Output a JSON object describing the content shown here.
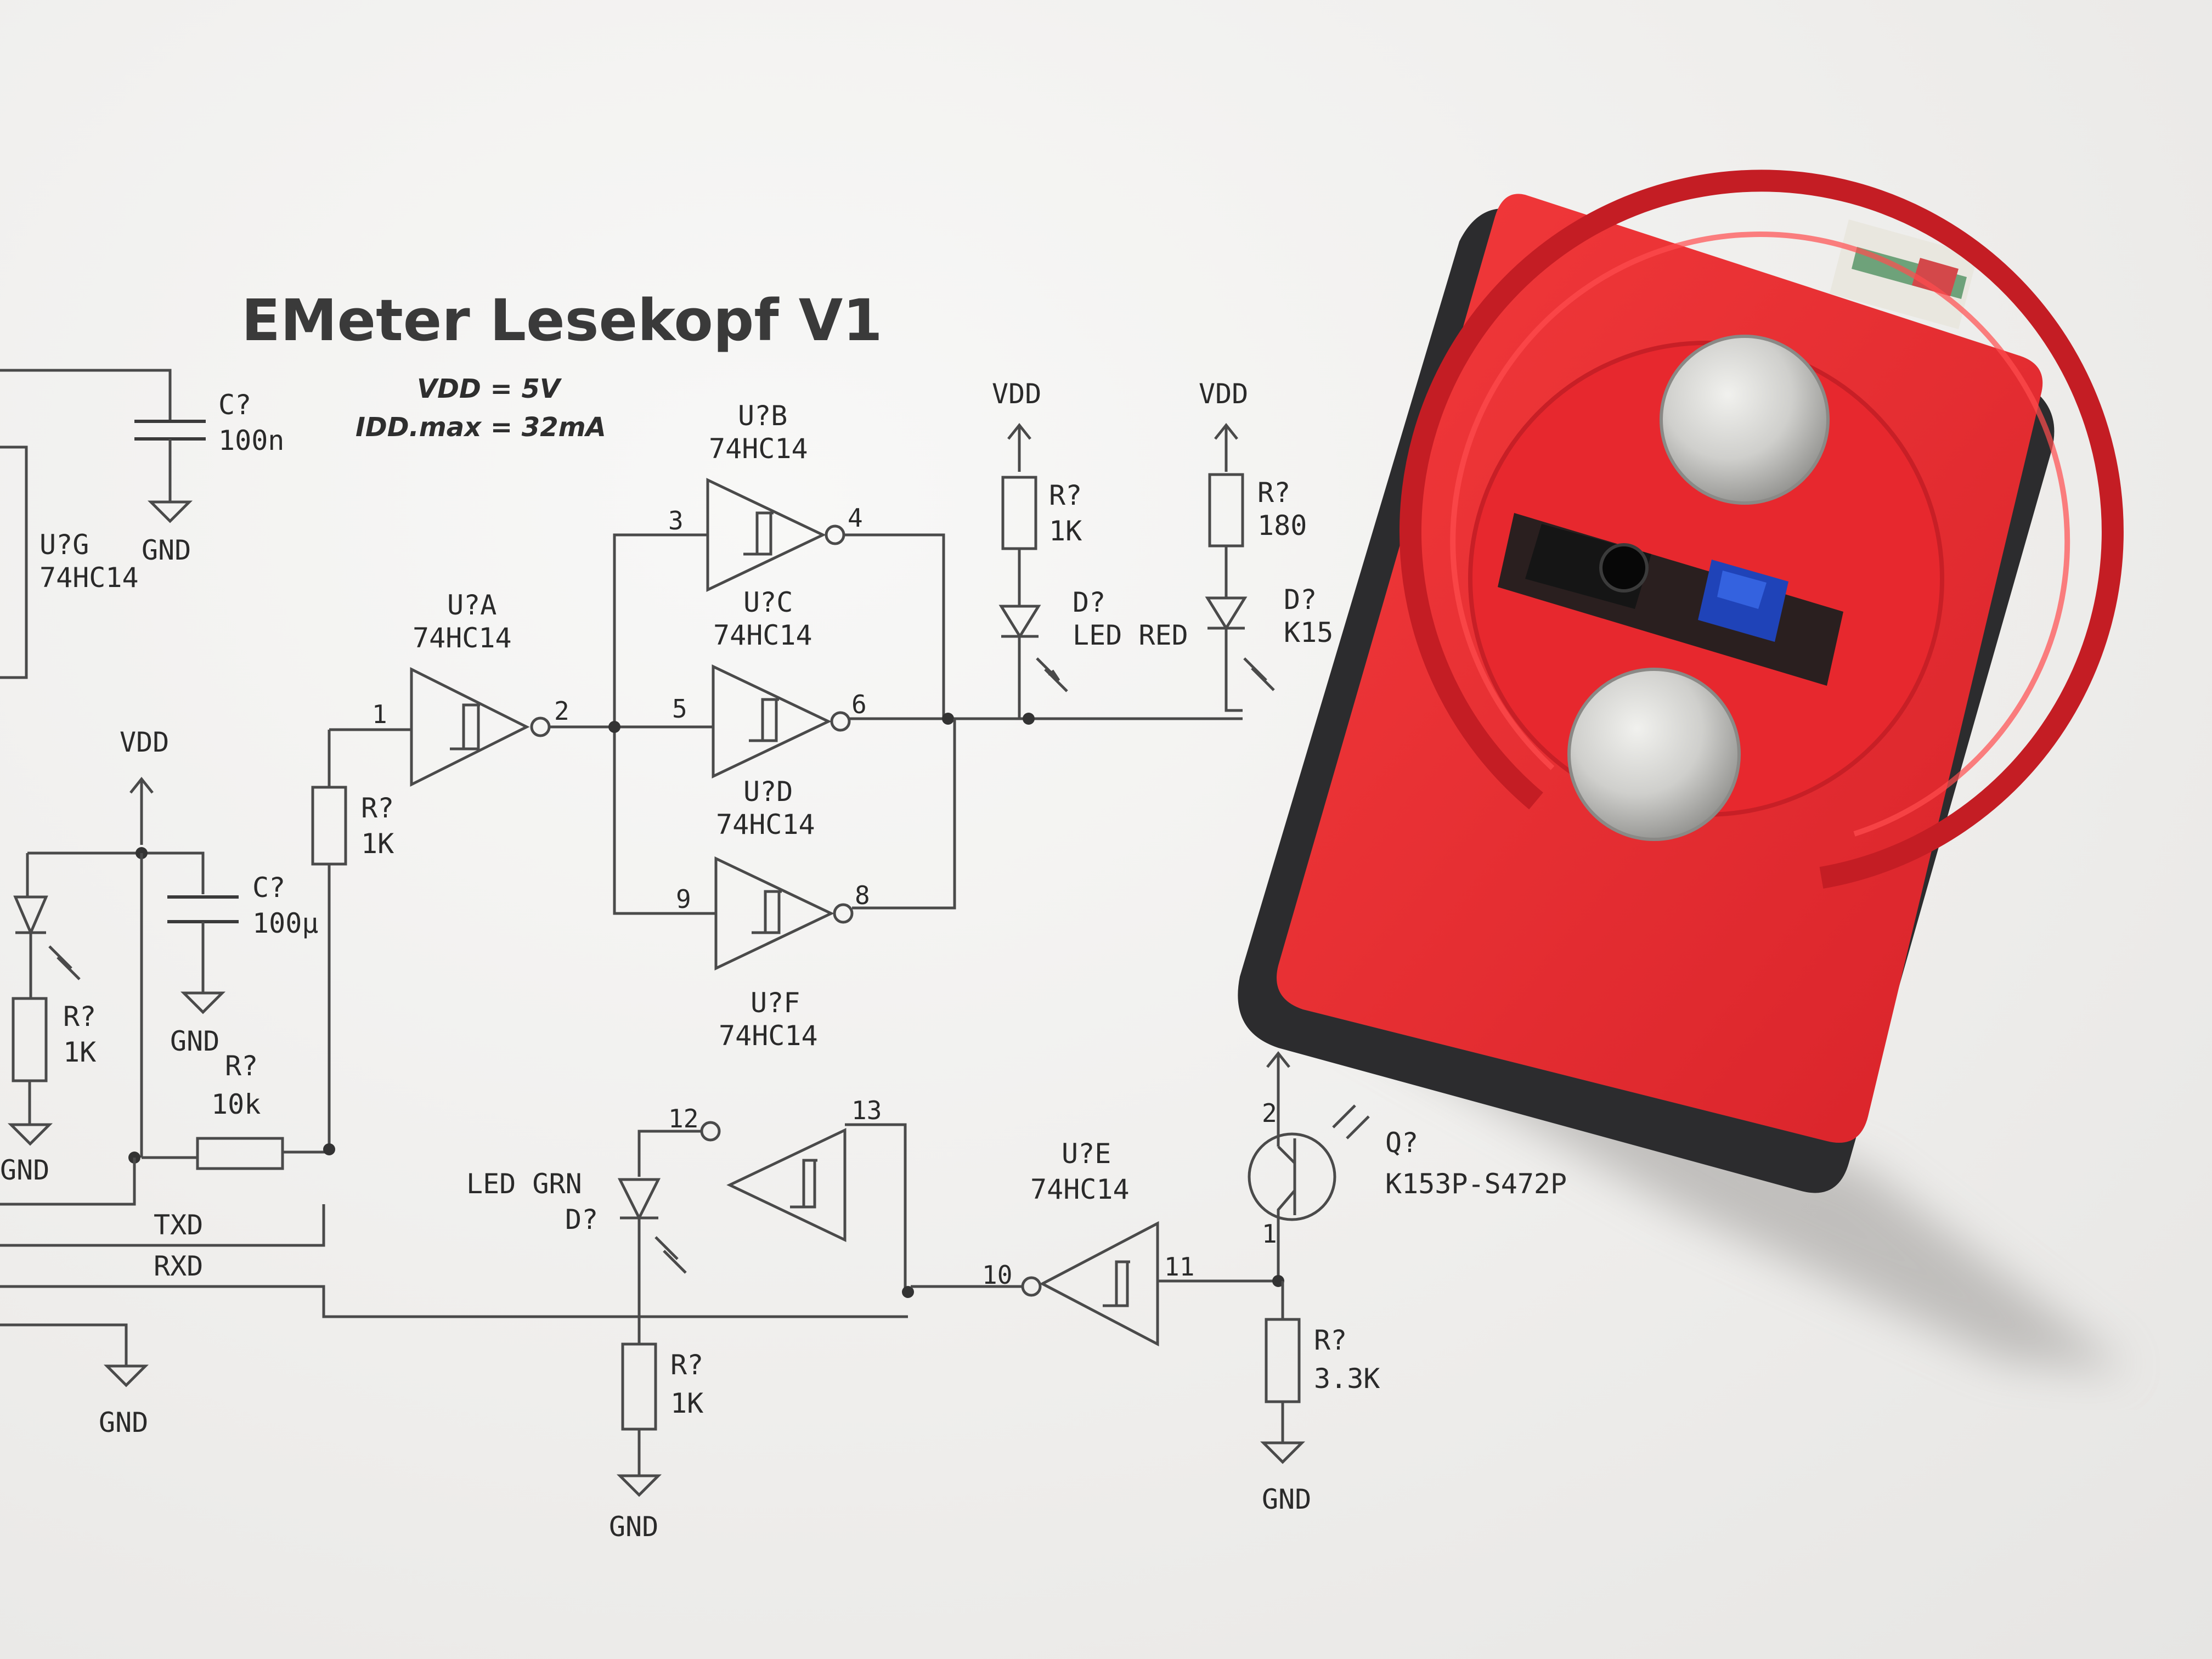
{
  "title": "EMeter Lesekopf V1",
  "notes": [
    "VDD = 5V",
    "IDD.max = 32mA"
  ],
  "net_labels": {
    "vdd": "VDD",
    "gnd": "GND",
    "txd": "TXD",
    "rxd": "RXD"
  },
  "gates": {
    "g": {
      "ref": "U?G",
      "part": "74HC14"
    },
    "a": {
      "ref": "U?A",
      "part": "74HC14",
      "pin_in": "1",
      "pin_out": "2"
    },
    "b": {
      "ref": "U?B",
      "part": "74HC14",
      "pin_in": "3",
      "pin_out": "4"
    },
    "c": {
      "ref": "U?C",
      "part": "74HC14",
      "pin_in": "5",
      "pin_out": "6"
    },
    "d": {
      "ref": "U?D",
      "part": "74HC14",
      "pin_in": "9",
      "pin_out": "8"
    },
    "f": {
      "ref": "U?F",
      "part": "74HC14",
      "pin_in": "13",
      "pin_out": "12"
    },
    "e": {
      "ref": "U?E",
      "part": "74HC14",
      "pin_in": "11",
      "pin_out": "10"
    }
  },
  "components": {
    "c1": {
      "ref": "C?",
      "value": "100n"
    },
    "c2": {
      "ref": "C?",
      "value": "100µ"
    },
    "r_a": {
      "ref": "R?",
      "value": "1K"
    },
    "r_top1": {
      "ref": "R?",
      "value": "1K"
    },
    "r_top2": {
      "ref": "R?",
      "value": "180"
    },
    "r_left": {
      "ref": "R?",
      "value": "1K"
    },
    "r_10k": {
      "ref": "R?",
      "value": "10k"
    },
    "r_grn": {
      "ref": "R?",
      "value": "1K"
    },
    "r_33k": {
      "ref": "R?",
      "value": "3.3K"
    },
    "d_red": {
      "ref": "D?",
      "value": "LED RED"
    },
    "d_ir": {
      "ref": "D?",
      "value": "K15"
    },
    "d_grn": {
      "ref": "D?",
      "value": "LED GRN"
    },
    "q": {
      "ref": "Q?",
      "value": "K153P-S472P",
      "pin_c": "2",
      "pin_e": "1"
    }
  },
  "colors": {
    "paper": "#f1f0ee",
    "ink": "#2a2a2a",
    "case_red": "#ea2b2f",
    "case_black": "#2a2a2c",
    "magnet": "#cfcfcc",
    "ir_led": "#1f43b8"
  }
}
